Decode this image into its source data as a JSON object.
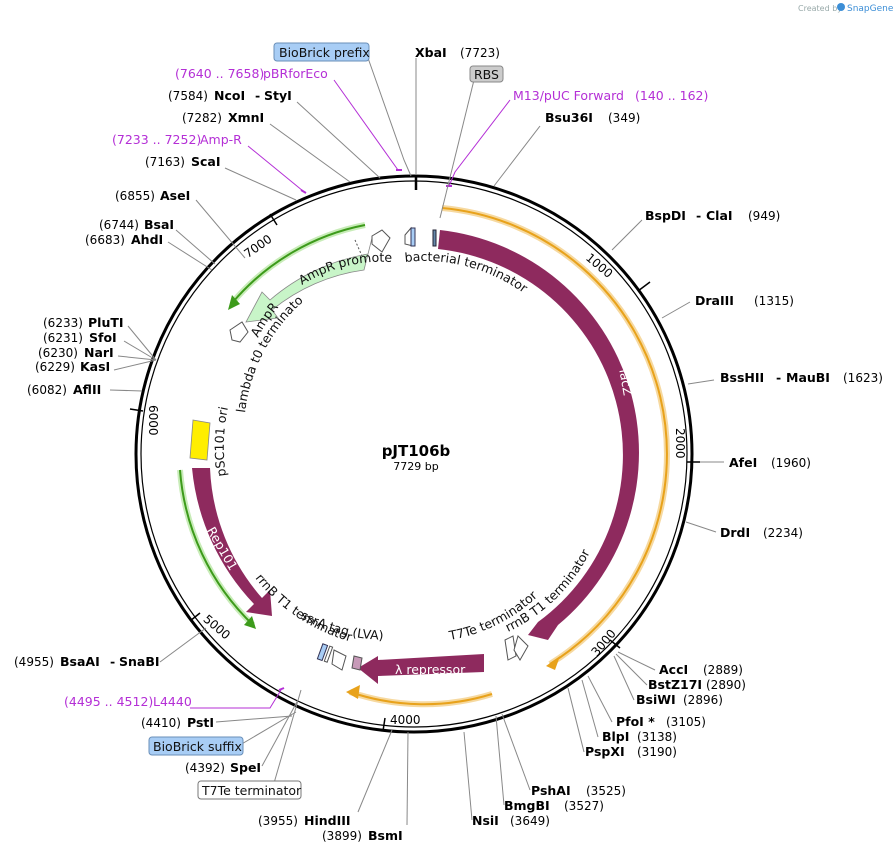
{
  "watermark": {
    "created_by": "Created by",
    "brand": "SnapGene"
  },
  "plasmid": {
    "name": "pJT106b",
    "length": "7729 bp"
  },
  "ticks": [
    "1000",
    "2000",
    "3000",
    "4000",
    "5000",
    "6000",
    "7000"
  ],
  "sites": [
    {
      "name": "XbaI",
      "pos": "(7723)"
    },
    {
      "name": "Bsu36I",
      "pos": "(349)"
    },
    {
      "name": "BspDI",
      "name2": "ClaI",
      "pos": "(949)"
    },
    {
      "name": "DraIII",
      "pos": "(1315)"
    },
    {
      "name": "BssHII",
      "name2": "MauBI",
      "pos": "(1623)"
    },
    {
      "name": "AfeI",
      "pos": "(1960)"
    },
    {
      "name": "DrdI",
      "pos": "(2234)"
    },
    {
      "name": "AccI",
      "pos": "(2889)"
    },
    {
      "name": "BstZ17I",
      "pos": "(2890)"
    },
    {
      "name": "BsiWI",
      "pos": "(2896)"
    },
    {
      "name": "PfoI *",
      "pos": "(3105)"
    },
    {
      "name": "BlpI",
      "pos": "(3138)"
    },
    {
      "name": "PspXI",
      "pos": "(3190)"
    },
    {
      "name": "PshAI",
      "pos": "(3525)"
    },
    {
      "name": "BmgBI",
      "pos": "(3527)"
    },
    {
      "name": "NsiI",
      "pos": "(3649)"
    },
    {
      "name": "BsmI",
      "pos": "(3899)"
    },
    {
      "name": "HindIII",
      "pos": "(3955)"
    },
    {
      "name": "SpeI",
      "pos": "(4392)"
    },
    {
      "name": "PstI",
      "pos": "(4410)"
    },
    {
      "name": "BsaAI",
      "name2": "SnaBI",
      "pos": "(4955)"
    },
    {
      "name": "AflII",
      "pos": "(6082)"
    },
    {
      "name": "KasI",
      "pos": "(6229)"
    },
    {
      "name": "NarI",
      "pos": "(6230)"
    },
    {
      "name": "SfoI",
      "pos": "(6231)"
    },
    {
      "name": "PluTI",
      "pos": "(6233)"
    },
    {
      "name": "AhdI",
      "pos": "(6683)"
    },
    {
      "name": "BsaI",
      "pos": "(6744)"
    },
    {
      "name": "AseI",
      "pos": "(6855)"
    },
    {
      "name": "ScaI",
      "pos": "(7163)"
    },
    {
      "name": "XmnI",
      "pos": "(7282)"
    },
    {
      "name": "NcoI",
      "name2": "StyI",
      "pos": "(7584)"
    }
  ],
  "primers": [
    {
      "name": "pBRforEco",
      "range": "(7640 .. 7658)"
    },
    {
      "name": "Amp-R",
      "range": "(7233 .. 7252)"
    },
    {
      "name": "M13/pUC Forward",
      "range": "(140 .. 162)"
    },
    {
      "name": "L4440",
      "range": "(4495 .. 4512)"
    }
  ],
  "boxed_features": {
    "biobrick_prefix": "BioBrick prefix",
    "rbs": "RBS",
    "biobrick_suffix": "BioBrick suffix",
    "t7te_terminator": "T7Te terminator"
  },
  "features": {
    "lacZ": "lacZ",
    "lambda_repressor": "λ repressor",
    "rep101": "Rep101",
    "bacterial_terminator": "bacterial terminator",
    "ampr": "AmpR",
    "ampr_promoter": "AmpR promoter",
    "lambda_t0_terminator": "lambda t0 terminator",
    "psc101_ori": "pSC101 ori",
    "rrnb_t1_terminator_right": "rrnB T1 terminator",
    "t7te_terminator_right": "T7Te terminator",
    "ssra_tag": "ssrA tag (LVA)",
    "rrnb_t1_terminator_left": "rrnB T1 terminator"
  },
  "colors": {
    "backbone": "#000000",
    "cds": "#8e2a5e",
    "amp": "#c8f5c8",
    "ori": "#ffee00",
    "orange_strand": "#e8a21b",
    "green_strand": "#3d9b1b",
    "primer": "#b42fd6",
    "biobrick": "#a8cdf5",
    "rbs_box": "#cccccc"
  }
}
